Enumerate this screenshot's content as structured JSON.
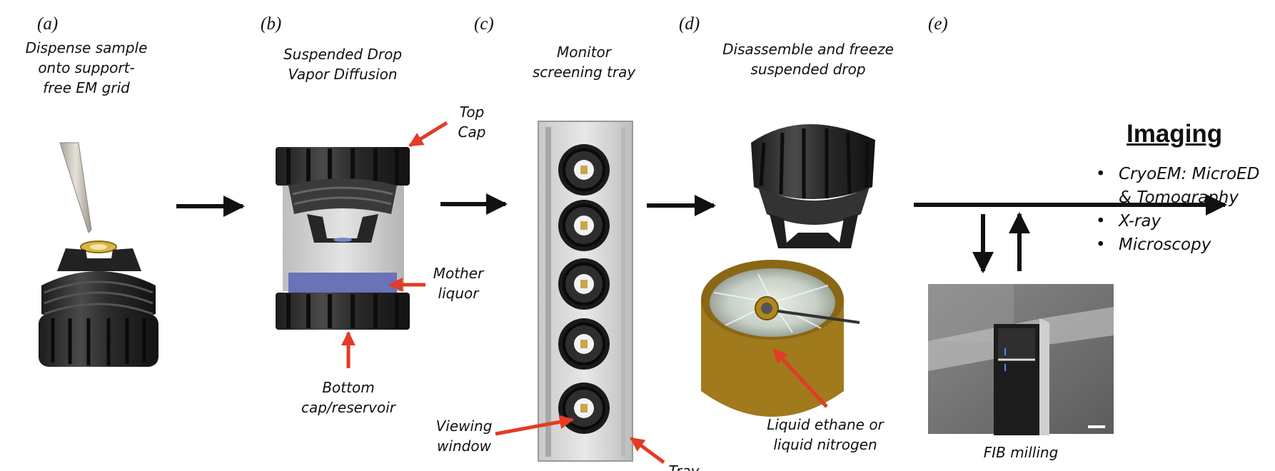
{
  "colors": {
    "annotation_arrow": "#e33b25",
    "flow_arrow": "#111111",
    "drop_liquid": "#6a72b8",
    "brass": "#a07a1c",
    "crystal": "#c9a64a"
  },
  "panels": {
    "a": {
      "label": "(a)",
      "caption": [
        "Dispense sample",
        "onto support-",
        "free EM grid"
      ]
    },
    "b": {
      "label": "(b)",
      "caption": [
        "Suspended Drop",
        "Vapor Diffusion"
      ],
      "top_cap": [
        "Top",
        "Cap"
      ],
      "mother_liquor": [
        "Mother",
        "liquor"
      ],
      "bottom_cap": [
        "Bottom",
        "cap/reservoir"
      ]
    },
    "c": {
      "label": "(c)",
      "caption": [
        "Monitor",
        "screening tray"
      ],
      "viewing_window": [
        "Viewing",
        "window"
      ],
      "tray": "Tray"
    },
    "d": {
      "label": "(d)",
      "caption": [
        "Disassemble and freeze",
        "suspended drop"
      ],
      "cryogen": [
        "Liquid ethane or",
        "liquid nitrogen"
      ]
    },
    "e": {
      "label": "(e)",
      "fib": "FIB milling"
    }
  },
  "imaging": {
    "title": "Imaging",
    "items": [
      {
        "bullet": "•",
        "lines": [
          "CryoEM: MicroED",
          "& Tomography"
        ]
      },
      {
        "bullet": "•",
        "lines": [
          "X-ray"
        ]
      },
      {
        "bullet": "•",
        "lines": [
          "Microscopy"
        ]
      }
    ]
  }
}
